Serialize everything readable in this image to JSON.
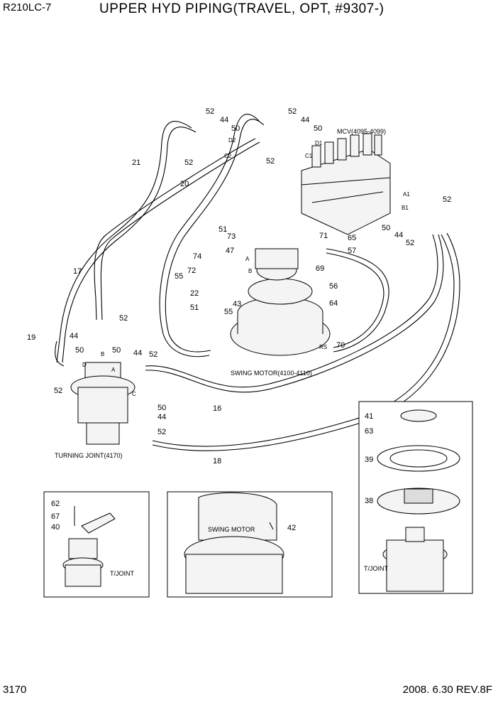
{
  "header": {
    "model": "R210LC-7",
    "title": "UPPER HYD PIPING(TRAVEL, OPT, #9307-)"
  },
  "footer": {
    "page": "3170",
    "revision": "2008. 6.30  REV.8F"
  },
  "components": {
    "mcv": "MCV(4095-4099)",
    "swing_motor": "SWING MOTOR(4100-4110)",
    "turning_joint": "TURNING JOINT(4170)",
    "inset_swing_motor": "SWING MOTOR",
    "inset_tjoint_left": "T/JOINT",
    "inset_tjoint_right": "T/JOINT"
  },
  "ports": [
    "D2",
    "C2",
    "D1",
    "C1",
    "A1",
    "B1",
    "A",
    "B",
    "RS",
    "D",
    "B",
    "A",
    "C"
  ],
  "part_numbers": [
    "52",
    "44",
    "50",
    "52",
    "44",
    "50",
    "21",
    "52",
    "20",
    "52",
    "52",
    "50",
    "44",
    "52",
    "51",
    "73",
    "74",
    "47",
    "72",
    "55",
    "22",
    "51",
    "55",
    "43",
    "17",
    "52",
    "19",
    "44",
    "50",
    "50",
    "44",
    "52",
    "52",
    "16",
    "50",
    "44",
    "52",
    "18",
    "71",
    "65",
    "57",
    "69",
    "56",
    "64",
    "70",
    "41",
    "63",
    "39",
    "38",
    "62",
    "67",
    "40",
    "42"
  ]
}
